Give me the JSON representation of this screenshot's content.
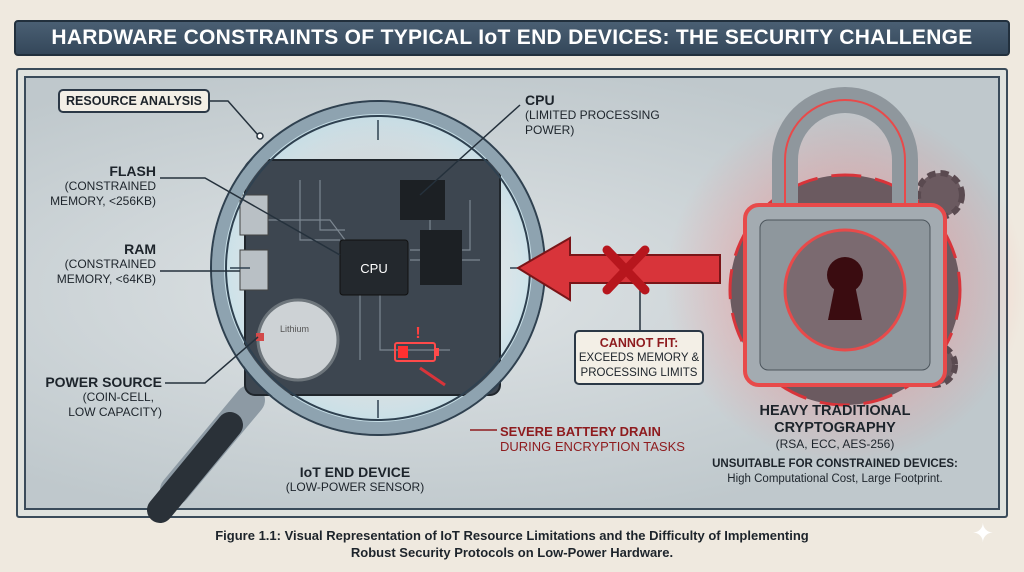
{
  "title": "HARDWARE CONSTRAINTS OF TYPICAL IoT END DEVICES: THE SECURITY CHALLENGE",
  "resource_analysis": "RESOURCE ANALYSIS",
  "flash": {
    "label": "FLASH",
    "line1": "(CONSTRAINED",
    "line2": "MEMORY, <256KB)"
  },
  "ram": {
    "label": "RAM",
    "line1": "(CONSTRAINED",
    "line2": "MEMORY, <64KB)"
  },
  "power": {
    "label": "POWER SOURCE",
    "line1": "(COIN-CELL,",
    "line2": "LOW CAPACITY)"
  },
  "cpu": {
    "label": "CPU",
    "line1": "(LIMITED PROCESSING",
    "line2": "POWER)",
    "chip": "CPU"
  },
  "battery_drain": {
    "line1": "SEVERE BATTERY DRAIN",
    "line2": "DURING ENCRYPTION TASKS"
  },
  "device": {
    "label": "IoT END DEVICE",
    "sub": "(LOW-POWER SENSOR)"
  },
  "cannot_fit": {
    "title": "CANNOT FIT:",
    "line1": "EXCEEDS MEMORY &",
    "line2": "PROCESSING LIMITS"
  },
  "crypto": {
    "line1": "HEAVY TRADITIONAL",
    "line2": "CRYPTOGRAPHY",
    "examples": "(RSA, ECC, AES-256)",
    "warning": "UNSUITABLE FOR CONSTRAINED DEVICES:",
    "detail": "High Computational Cost, Large Footprint."
  },
  "coin_cell_text": "Lithium",
  "caption": {
    "line1": "Figure 1.1: Visual Representation of IoT Resource Limitations and the Difficulty of Implementing",
    "line2": "Robust Security Protocols on Low-Power Hardware."
  },
  "colors": {
    "accent_red": "#d8343a",
    "title_bg": "#3f5468"
  }
}
